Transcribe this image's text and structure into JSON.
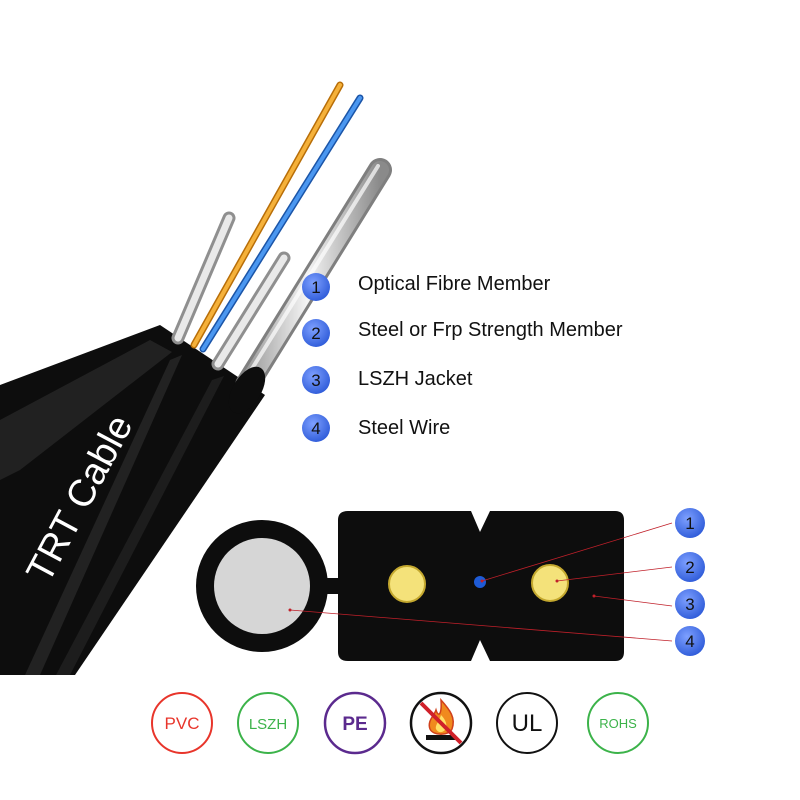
{
  "cable_label": "TRT Cable",
  "legend": [
    {
      "num": "1",
      "text": "Optical Fibre Member"
    },
    {
      "num": "2",
      "text": "Steel or Frp Strength Member"
    },
    {
      "num": "3",
      "text": "LSZH Jacket"
    },
    {
      "num": "4",
      "text": "Steel Wire"
    }
  ],
  "callouts": [
    "1",
    "2",
    "3",
    "4"
  ],
  "certifications": [
    {
      "label": "PVC",
      "color": "#e8352b"
    },
    {
      "label": "LSZH",
      "color": "#3cb34a"
    },
    {
      "label": "PE",
      "color": "#5b2a8e"
    },
    {
      "label": "",
      "color": "#111111",
      "icon": "no-fire-icon"
    },
    {
      "label": "UL",
      "color": "#111111"
    },
    {
      "label": "ROHS",
      "color": "#3cb34a"
    }
  ],
  "colors": {
    "badge_blue": "#3f6fe8",
    "jacket": "#0d0d0d",
    "fiber_orange": "#f0a020",
    "fiber_blue": "#2f7de0",
    "steel": "#d9d9d9",
    "strength_yellow": "#f4e27a",
    "leader_red": "#c0202a"
  }
}
